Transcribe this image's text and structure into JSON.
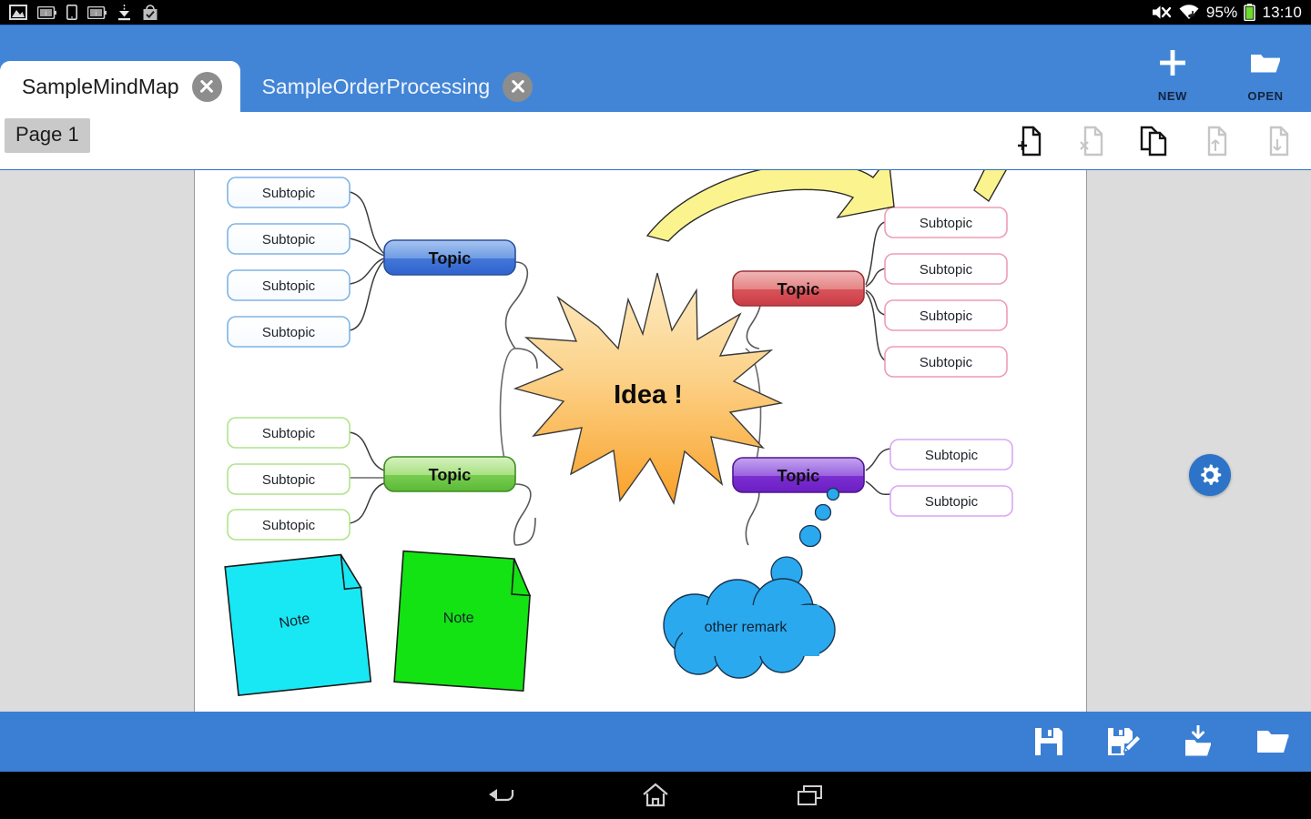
{
  "status_bar": {
    "left_icons": [
      "image-icon",
      "battery-info-icon",
      "tablet-icon",
      "battery-info-2-icon",
      "download-icon",
      "checked-bag-icon"
    ],
    "mute_icon": "mute-icon",
    "wifi_icon": "wifi-icon",
    "battery_percent": "95%",
    "battery_icon": "battery-icon",
    "time": "13:10"
  },
  "header": {
    "tabs": [
      {
        "label": "SampleMindMap",
        "active": true,
        "close_icon": "close-icon"
      },
      {
        "label": "SampleOrderProcessing",
        "active": false,
        "close_icon": "close-icon"
      }
    ],
    "actions": [
      {
        "label": "NEW",
        "icon": "plus-icon"
      },
      {
        "label": "OPEN",
        "icon": "folder-open-icon"
      }
    ],
    "accent_color": "#4285d6"
  },
  "page_toolbar": {
    "page_chip": "Page 1",
    "tools": [
      {
        "name": "add-page-icon",
        "enabled": true
      },
      {
        "name": "delete-page-icon",
        "enabled": false
      },
      {
        "name": "copy-page-icon",
        "enabled": true
      },
      {
        "name": "move-page-up-icon",
        "enabled": false
      },
      {
        "name": "move-page-down-icon",
        "enabled": false
      }
    ]
  },
  "canvas": {
    "background_color": "#dcdcdc",
    "page_color": "#ffffff",
    "center_node": {
      "label": "Idea !",
      "shape": "starburst",
      "fill_top": "#fde5b0",
      "fill_bottom": "#f9a83a"
    },
    "branches": [
      {
        "topic": "Topic",
        "color": "#4a7ddd",
        "position": "top-left",
        "subtopics": [
          "Subtopic",
          "Subtopic",
          "Subtopic",
          "Subtopic"
        ]
      },
      {
        "topic": "Topic",
        "color": "#e0555a",
        "position": "top-right",
        "subtopics": [
          "Subtopic",
          "Subtopic",
          "Subtopic",
          "Subtopic"
        ]
      },
      {
        "topic": "Topic",
        "color": "#7bd155",
        "position": "bottom-left",
        "subtopics": [
          "Subtopic",
          "Subtopic",
          "Subtopic"
        ]
      },
      {
        "topic": "Topic",
        "color": "#8a3fd6",
        "position": "bottom-right",
        "subtopics": [
          "Subtopic",
          "Subtopic"
        ]
      }
    ],
    "thought_bubble": {
      "label": "other remark",
      "color": "#2aa9ef"
    },
    "notes": [
      {
        "label": "Note",
        "color": "#18e8f4"
      },
      {
        "label": "Note",
        "color": "#13e313"
      }
    ],
    "arrows": [
      {
        "name": "curved-arrow",
        "color": "#fbf48e"
      },
      {
        "name": "arrow-tip",
        "color": "#fbf48e"
      }
    ]
  },
  "fab": {
    "icon": "gear-icon",
    "color": "#2d73c8"
  },
  "bottom_toolbar": {
    "tools": [
      {
        "name": "save-icon"
      },
      {
        "name": "save-as-icon"
      },
      {
        "name": "import-icon"
      },
      {
        "name": "open-folder-icon"
      }
    ]
  },
  "nav_bar": {
    "buttons": [
      {
        "name": "back-icon"
      },
      {
        "name": "home-icon"
      },
      {
        "name": "recents-icon"
      }
    ]
  }
}
